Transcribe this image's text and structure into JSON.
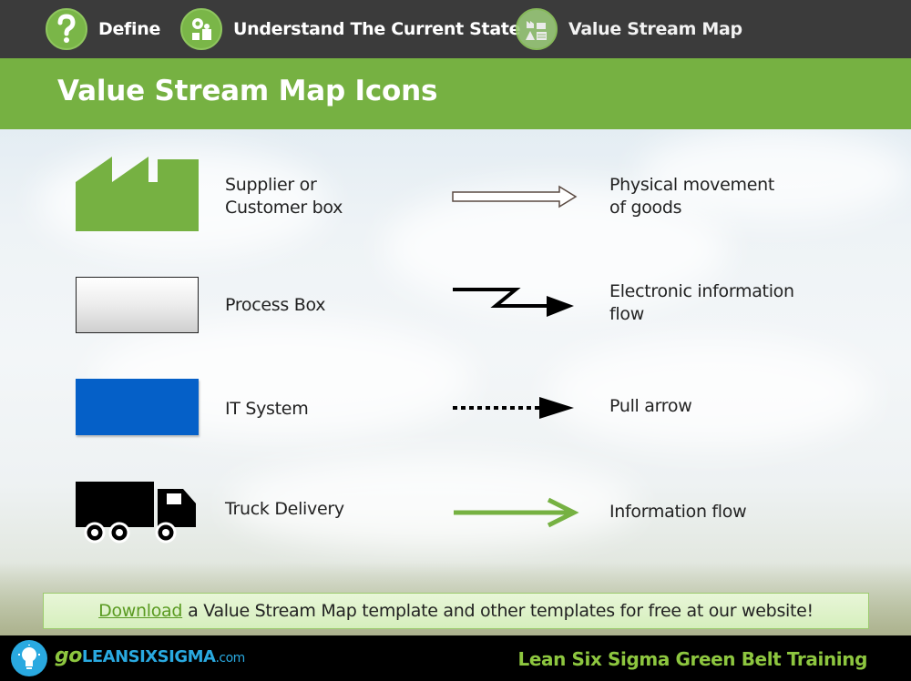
{
  "nav": {
    "steps": [
      {
        "label": "Define",
        "icon": "question-icon"
      },
      {
        "label": "Understand The Current State",
        "icon": "people-icon"
      },
      {
        "label": "Value Stream Map",
        "icon": "vsm-icon"
      }
    ]
  },
  "page": {
    "title": "Value Stream Map Icons"
  },
  "icons": {
    "supplier": {
      "line1": "Supplier or",
      "line2": "Customer box"
    },
    "process": {
      "label": "Process Box"
    },
    "it_system": {
      "label": "IT System"
    },
    "truck": {
      "label": "Truck Delivery"
    },
    "physical": {
      "line1": "Physical movement",
      "line2": "of goods"
    },
    "electronic": {
      "line1": "Electronic information",
      "line2": "flow"
    },
    "pull": {
      "label": "Pull arrow"
    },
    "info": {
      "label": "Information flow"
    }
  },
  "download": {
    "link": "Download",
    "text": "a Value Stream Map template and other templates for free at our website!"
  },
  "footer": {
    "logo_go": "go",
    "logo_brand": "LEANSIXSIGMA",
    "logo_com": ".com",
    "tagline": "Lean Six Sigma Green Belt Training"
  },
  "colors": {
    "green": "#76b142",
    "blue": "#0560c8",
    "dark": "#3b3b3b"
  }
}
